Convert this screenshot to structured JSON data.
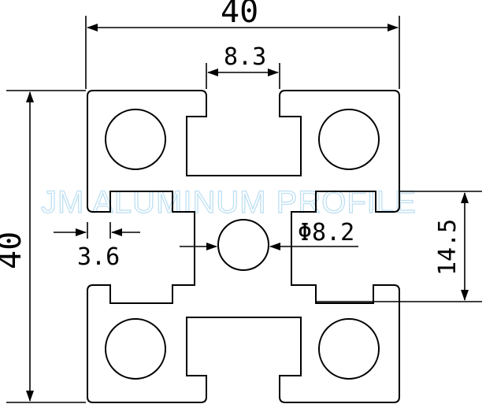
{
  "drawing": {
    "dim_width": "40",
    "dim_height": "40",
    "dim_slot": "8.3",
    "dim_wall": "3.6",
    "dim_hole": "Φ8.2",
    "dim_depth": "14.5",
    "watermark": "JM ALUMINUM PROFILE"
  }
}
